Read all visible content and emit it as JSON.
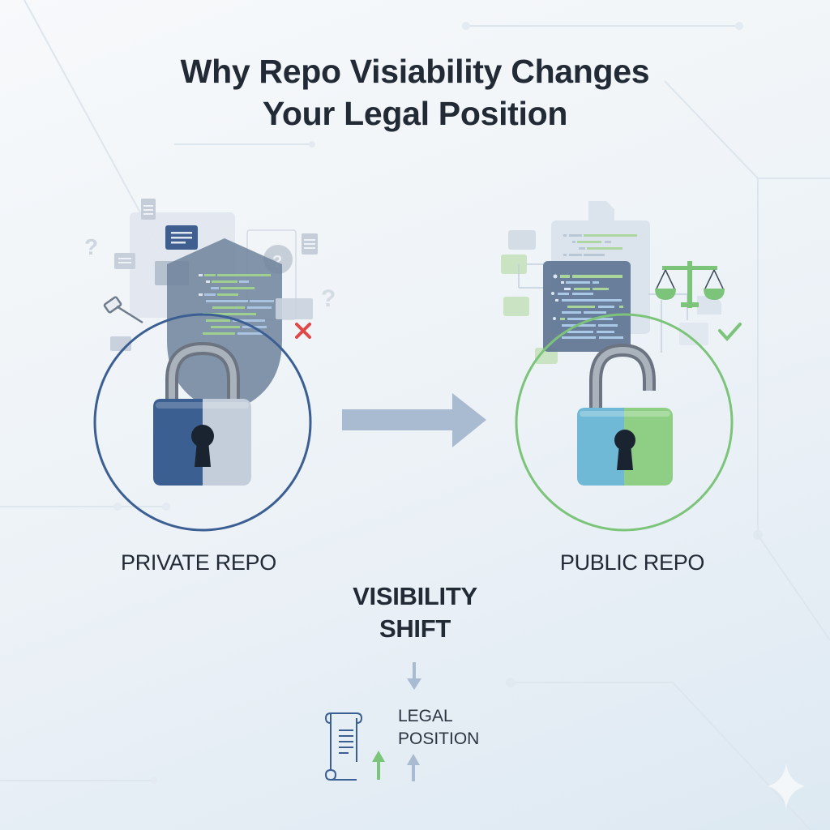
{
  "title": {
    "line1": "Why Repo Visiability Changes",
    "line2": "Your Legal Position"
  },
  "private_side": {
    "label": "PRIVATE REPO",
    "lock_state": "locked",
    "ring_color": "#3b5f93",
    "lock_colors": {
      "left": "#3c5f92",
      "right": "#c3cddb"
    },
    "icons": [
      "document-icon",
      "question-icon",
      "shield-icon",
      "gavel-icon",
      "code-panel-icon",
      "x-mark-icon"
    ],
    "x_mark_color": "#e04848"
  },
  "transition_arrow": {
    "color": "#a9bbd0",
    "direction": "right"
  },
  "public_side": {
    "label": "PUBLIC REPO",
    "lock_state": "unlocked",
    "ring_color": "#7bc47a",
    "lock_colors": {
      "left": "#6fb8d6",
      "right": "#8ecf85"
    },
    "icons": [
      "document-icon",
      "code-panel-icon",
      "scales-icon",
      "checkmark-icon"
    ],
    "check_color": "#7bc47a",
    "scales_color": "#7bc47a"
  },
  "center": {
    "shift_line1": "VISIBILITY",
    "shift_line2": "SHIFT",
    "legal_line1": "LEGAL",
    "legal_line2": "POSITION",
    "arrow_down_color": "#a9bbd0",
    "arrow_up_green": "#7bc47a",
    "arrow_up_blue": "#a9bbd0",
    "scroll_icon_color": "#3b5f93"
  }
}
